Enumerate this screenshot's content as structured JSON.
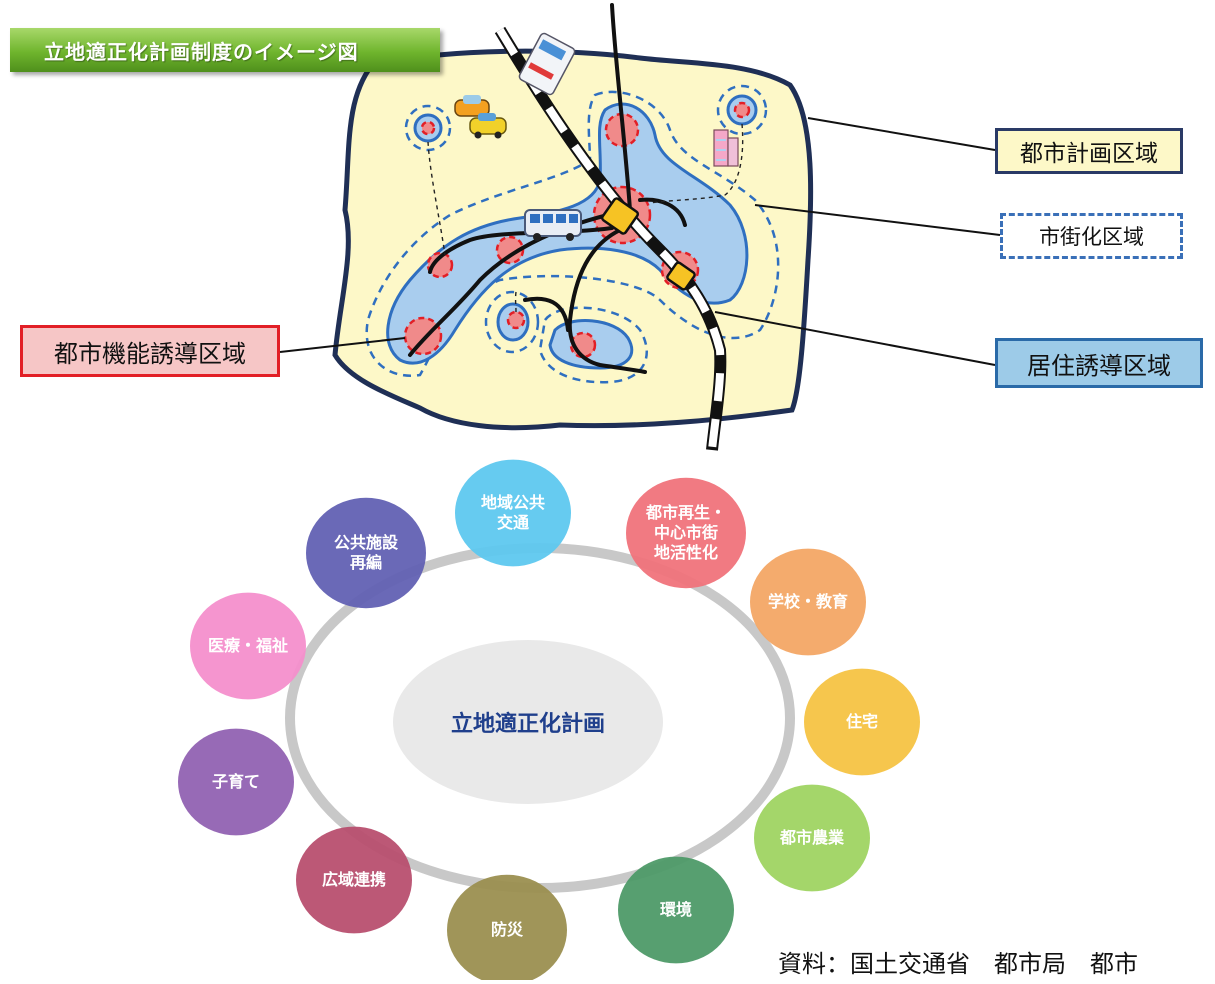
{
  "title": "立地適正化計画制度のイメージ図",
  "labels": {
    "city_planning_area": "都市計画区域",
    "urbanization_area": "市街化区域",
    "urban_function_area": "都市機能誘導区域",
    "residential_area": "居住誘導区域"
  },
  "center_label": "立地適正化計画",
  "bubbles": [
    {
      "id": "public-transport",
      "lines": [
        "地域公共",
        "交通"
      ],
      "color": "#5ec8ef"
    },
    {
      "id": "urban-renewal",
      "lines": [
        "都市再生・",
        "中心市街",
        "地活性化"
      ],
      "color": "#f0737b"
    },
    {
      "id": "school",
      "lines": [
        "学校・教育"
      ],
      "color": "#f3a665"
    },
    {
      "id": "housing",
      "lines": [
        "住宅"
      ],
      "color": "#f5c343"
    },
    {
      "id": "urban-agriculture",
      "lines": [
        "都市農業"
      ],
      "color": "#9fd462"
    },
    {
      "id": "environment",
      "lines": [
        "環境"
      ],
      "color": "#4e9a68"
    },
    {
      "id": "disaster-prevention",
      "lines": [
        "防災"
      ],
      "color": "#9b8f50"
    },
    {
      "id": "regional-cooperation",
      "lines": [
        "広域連携"
      ],
      "color": "#b84f6f"
    },
    {
      "id": "child-rearing",
      "lines": [
        "子育て"
      ],
      "color": "#9162b2"
    },
    {
      "id": "medical-welfare",
      "lines": [
        "医療・福祉"
      ],
      "color": "#f48fcc"
    },
    {
      "id": "public-facilities",
      "lines": [
        "公共施設",
        "再編"
      ],
      "color": "#6261b3"
    }
  ],
  "source": "資料：国土交通省　都市局　都市",
  "colors": {
    "map_fill": "#fdf8c8",
    "map_border": "#1f2f55",
    "zone_fill": "#a9cdee",
    "zone_border": "#2f6fc0",
    "core_fill": "#f08a8a",
    "core_border": "#e21f26",
    "station": "#f6c324"
  }
}
